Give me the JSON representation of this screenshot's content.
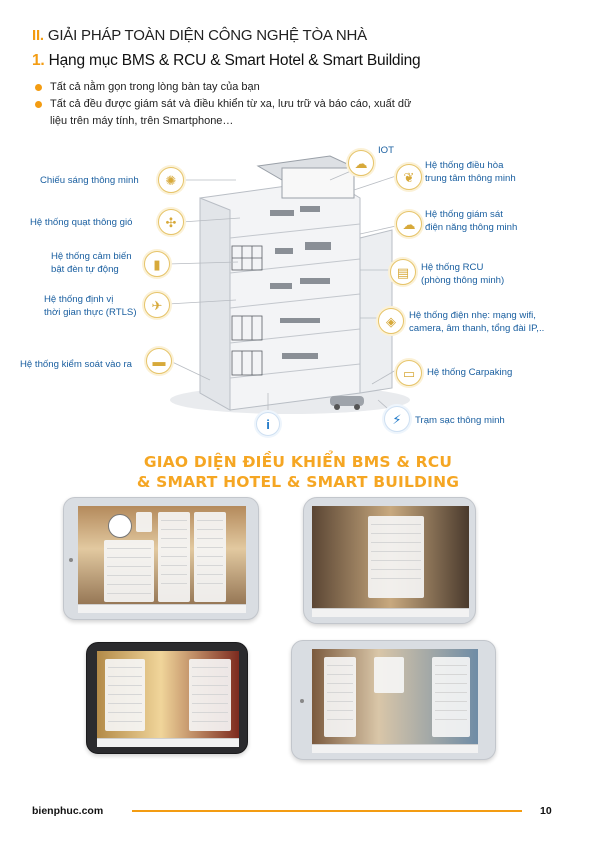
{
  "section": {
    "num": "II.",
    "title": "GIẢI PHÁP TOÀN DIỆN CÔNG NGHỆ TÒA NHÀ"
  },
  "subsection": {
    "num": "1.",
    "title": "Hạng mục BMS & RCU & Smart Hotel & Smart Building"
  },
  "bullets": [
    "Tất cả nằm gọn trong lòng bàn tay của bạn",
    "Tất cả đều được giám sát và điều khiển từ xa, lưu trữ và báo cáo, xuất dữ liệu trên máy tính, trên Smartphone…"
  ],
  "diagram": {
    "left_labels": [
      "Chiếu sáng thông minh",
      "Hệ thống quạt thông gió",
      "Hệ thống cảm biến\nbật đèn tự động",
      "Hệ thống định vị\nthời gian thực (RTLS)",
      "Hệ thống kiểm soát vào ra"
    ],
    "right_labels": [
      "IOT",
      "Hệ thống điều hòa\ntrung tâm thông minh",
      "Hệ thống giám sát\nđiện năng thông minh",
      "Hệ thống RCU\n(phòng thông minh)",
      "Hệ thống điện nhẹ: mạng wifi,\ncamera, âm thanh, tổng đài IP,..",
      "Hệ thống Carpaking",
      "Trạm sạc thông minh"
    ],
    "info_glyph": "i",
    "icons": {
      "lighting": "bulb-icon",
      "ventilation": "fan-icon",
      "sensor": "chart-icon",
      "rtls": "person-walking-icon",
      "access": "card-icon",
      "iot": "cloud-icon",
      "hvac": "leaf-icon",
      "power": "cloud-monitor-icon",
      "rcu": "panel-icon",
      "lowvoltage": "shield-icon",
      "parking": "car-icon",
      "charging": "charger-icon"
    }
  },
  "banner": {
    "line1": "GIAO DIỆN ĐIỀU KHIỂN BMS & RCU",
    "line2": "& SMART HOTEL & SMART BUILDING"
  },
  "footer": {
    "site": "bienphuc.com",
    "page": "10"
  },
  "colors": {
    "accent": "#f39c12",
    "label_blue": "#1a5fa0",
    "banner": "#f5a623"
  }
}
